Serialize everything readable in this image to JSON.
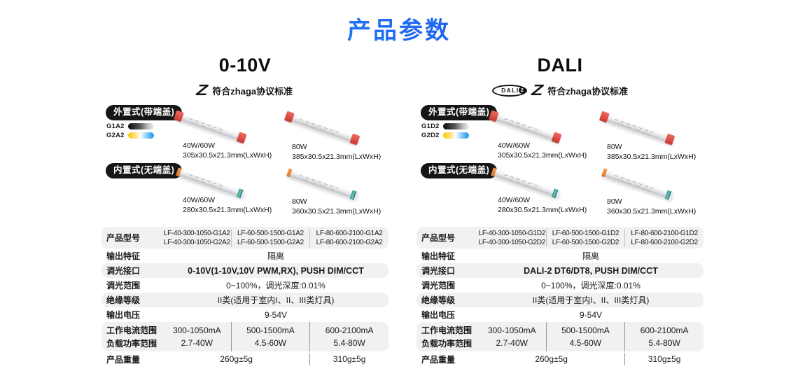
{
  "page": {
    "title": "产品参数"
  },
  "colors": {
    "title_gradient_start": "#3AA5F3",
    "title_gradient_end": "#1B37EF",
    "badge_bg": "#161616",
    "row_shade": "#F1F1F2",
    "driver_cap_red": "#D8453E"
  },
  "columns": [
    {
      "heading": "0-10V",
      "zhaga_text": "符合zhaga协议标准",
      "external": {
        "badge": "外置式(带端盖)",
        "variants": [
          {
            "code": "G1A2"
          },
          {
            "code": "G2A2"
          }
        ],
        "products": [
          {
            "power": "40W/60W",
            "size": "305x30.5x21.3mm(LxWxH)"
          },
          {
            "power": "80W",
            "size": "385x30.5x21.3mm(LxWxH)"
          }
        ]
      },
      "internal": {
        "badge": "内置式(无端盖)",
        "products": [
          {
            "power": "40W/60W",
            "size": "280x30.5x21.3mm(LxWxH)"
          },
          {
            "power": "80W",
            "size": "360x30.5x21.3mm(LxWxH)"
          }
        ]
      },
      "table": {
        "model_row": {
          "label": "产品型号",
          "cells": [
            {
              "line1": "LF-40-300-1050-G1A2",
              "line2": "LF-40-300-1050-G2A2"
            },
            {
              "line1": "LF-60-500-1500-G1A2",
              "line2": "LF-60-500-1500-G2A2"
            },
            {
              "line1": "LF-80-600-2100-G1A2",
              "line2": "LF-80-600-2100-G2A2"
            }
          ]
        },
        "output_feature": {
          "label": "输出特征",
          "value": "隔离"
        },
        "dim_interface": {
          "label": "调光接口",
          "value": "0-10V(1-10V,10V PWM,RX), PUSH DIM/CCT"
        },
        "dim_range": {
          "label": "调光范围",
          "value": "0~100%，调光深度:0.01%"
        },
        "insulation": {
          "label": "绝缘等级",
          "value": "II类(适用于室内I、II、III类灯具)"
        },
        "output_voltage": {
          "label": "输出电压",
          "value": "9-54V"
        },
        "current_row": {
          "label": "工作电流范围",
          "values": [
            "300-1050mA",
            "500-1500mA",
            "600-2100mA"
          ]
        },
        "power_row": {
          "label": "负载功率范围",
          "values": [
            "2.7-40W",
            "4.5-60W",
            "5.4-80W"
          ]
        },
        "weight_row": {
          "label": "产品重量",
          "values": [
            "260g±5g",
            "310g±5g"
          ]
        }
      }
    },
    {
      "heading": "DALI",
      "dali_logo_word": "DALI",
      "dali_logo_suffix": "2",
      "zhaga_text": "符合zhaga协议标准",
      "external": {
        "badge": "外置式(带端盖)",
        "variants": [
          {
            "code": "G1D2"
          },
          {
            "code": "G2D2"
          }
        ],
        "products": [
          {
            "power": "40W/60W",
            "size": "305x30.5x21.3mm(LxWxH)"
          },
          {
            "power": "80W",
            "size": "385x30.5x21.3mm(LxWxH)"
          }
        ]
      },
      "internal": {
        "badge": "内置式(无端盖)",
        "products": [
          {
            "power": "40W/60W",
            "size": "280x30.5x21.3mm(LxWxH)"
          },
          {
            "power": "80W",
            "size": "360x30.5x21.3mm(LxWxH)"
          }
        ]
      },
      "table": {
        "model_row": {
          "label": "产品型号",
          "cells": [
            {
              "line1": "LF-40-300-1050-G1D2",
              "line2": "LF-40-300-1050-G2D2"
            },
            {
              "line1": "LF-60-500-1500-G1D2",
              "line2": "LF-60-500-1500-G2D2"
            },
            {
              "line1": "LF-80-600-2100-G1D2",
              "line2": "LF-80-600-2100-G2D2"
            }
          ]
        },
        "output_feature": {
          "label": "输出特征",
          "value": "隔离"
        },
        "dim_interface": {
          "label": "调光接口",
          "value": "DALI-2 DT6/DT8, PUSH DIM/CCT"
        },
        "dim_range": {
          "label": "调光范围",
          "value": "0~100%，调光深度:0.01%"
        },
        "insulation": {
          "label": "绝缘等级",
          "value": "II类(适用于室内I、II、III类灯具)"
        },
        "output_voltage": {
          "label": "输出电压",
          "value": "9-54V"
        },
        "current_row": {
          "label": "工作电流范围",
          "values": [
            "300-1050mA",
            "500-1500mA",
            "600-2100mA"
          ]
        },
        "power_row": {
          "label": "负载功率范围",
          "values": [
            "2.7-40W",
            "4.5-60W",
            "5.4-80W"
          ]
        },
        "weight_row": {
          "label": "产品重量",
          "values": [
            "260g±5g",
            "310g±5g"
          ]
        }
      }
    }
  ]
}
